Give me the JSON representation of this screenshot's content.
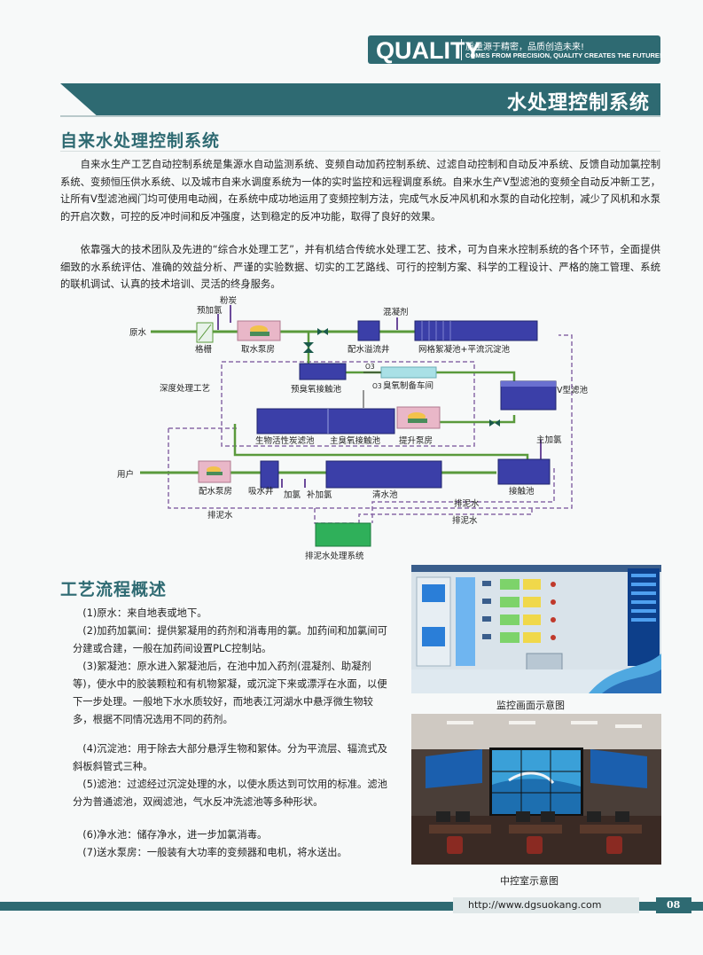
{
  "header": {
    "brand": "QUALITY",
    "slogan_cn": "质量源于精密，品质创造未来!",
    "slogan_en": "COMES FROM PRECISION, QUALITY CREATES THE FUTURE!"
  },
  "page_title": "水处理控制系统",
  "section1": {
    "heading": "自来水处理控制系统",
    "para1": "自来水生产工艺自动控制系统是集源水自动监测系统、变频自动加药控制系统、过滤自动控制和自动反冲系统、反馈自动加氯控制系统、变频恒压供水系统、以及城市自来水调度系统为一体的实时监控和远程调度系统。自来水生产V型滤池的变频全自动反冲新工艺，让所有V型滤池阀门均可使用电动阀，在系统中成功地运用了变频控制方法，完成气水反冲风机和水泵的自动化控制，减少了风机和水泵的开启次数，可控的反冲时间和反冲强度，达到稳定的反冲功能，取得了良好的效果。",
    "para2": "依靠强大的技术团队及先进的“综合水处理工艺”，并有机结合传统水处理工艺、技术，可为自来水控制系统的各个环节，全面提供细致的水系统评估、准确的效益分析、严谨的实验数据、切实的工艺路线、可行的控制方案、科学的工程设计、严格的施工管理、系统的联机调试、认真的技术培训、灵活的终身服务。"
  },
  "diagram": {
    "raw_water": "原水",
    "pre_chlorine": "预加氯",
    "powder_carbon": "粉炭",
    "coagulant": "混凝剂",
    "screen": "格栅",
    "intake_pump": "取水泵房",
    "overflow_well": "配水溢流井",
    "flocculation": "网格絮凝池+平流沉淀池",
    "o3_1": "O3",
    "o3_2": "O3",
    "ozone_workshop": "臭氧制备车间",
    "pre_ozone": "预臭氧接触池",
    "deep_treatment": "深度处理工艺",
    "v_filter": "V型滤池",
    "bac_pool": "生物活性炭滤池",
    "main_ozone": "主臭氧接触池",
    "lift_pump": "提升泵房",
    "main_chlorine": "主加氯",
    "user": "用户",
    "dist_pump": "配水泵房",
    "suction_well": "吸水井",
    "add_chlorine": "加氯",
    "supp_chlorine": "补加氯",
    "clear_pool": "清水池",
    "contact_pool": "接触池",
    "sludge1": "排泥水",
    "sludge2": "排泥水",
    "sludge3": "排泥水",
    "sludge_system": "排泥水处理系统"
  },
  "section2": {
    "heading": "工艺流程概述",
    "items": [
      "(1)原水：来自地表或地下。",
      "(2)加药加氯间：提供絮凝用的药剂和消毒用的氯。加药间和加氯间可分建或合建，一般在加药间设置PLC控制站。",
      "(3)絮凝池：原水进入絮凝池后，在池中加入药剂(混凝剂、助凝剂等)，使水中的胶装颗粒和有机物絮凝，或沉淀下来或漂浮在水面，以便下一步处理。一般地下水水质较好，而地表江河湖水中悬浮微生物较多，根据不同情况选用不同的药剂。",
      "(4)沉淀池：用于除去大部分悬浮生物和絮体。分为平流层、辐流式及斜板斜管式三种。",
      "(5)滤池：过滤经过沉淀处理的水，以使水质达到可饮用的标准。滤池分为普通滤池，双阀滤池，气水反冲洗滤池等多种形状。",
      "(6)净水池：储存净水，进一步加氯消毒。",
      "(7)送水泵房：一般装有大功率的变频器和电机，将水送出。"
    ]
  },
  "captions": {
    "monitor": "监控画面示意图",
    "control_room": "中控室示意图"
  },
  "footer": {
    "url": "http://www.dgsuokang.com",
    "page": "08"
  },
  "colors": {
    "brand": "#2e6a72",
    "pool_blue": "#3b3fa8",
    "pump_pink": "#e9b7c8",
    "pipe_green": "#5a9a3c",
    "dashed_purple": "#8a6aa8"
  }
}
